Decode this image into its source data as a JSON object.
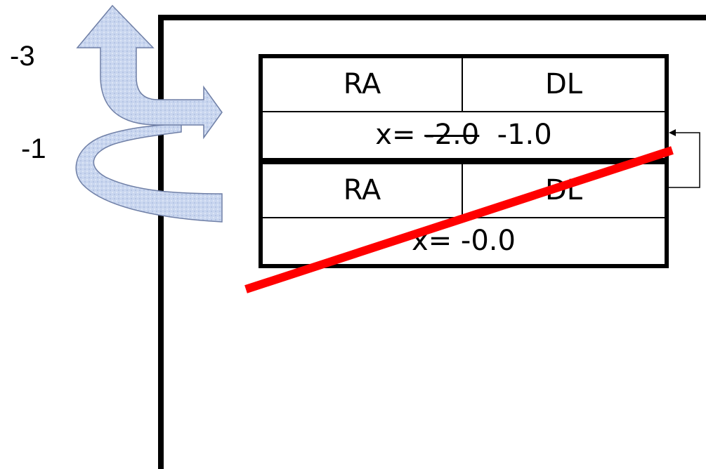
{
  "labels": {
    "top": "-3",
    "bottom": "-1"
  },
  "record_1": {
    "field_left": "RA",
    "field_right": "DL",
    "x_prefix": "x=",
    "x_old": "-2.0",
    "x_new": "-1.0"
  },
  "record_2": {
    "field_left": "RA",
    "field_right": "DL",
    "x_prefix": "x=",
    "x_value": "-0.0"
  },
  "colors": {
    "frame": "#000000",
    "cross_out": "#ff0000",
    "arrow_fill": "#c9d6ef",
    "arrow_stroke": "#6f7fa6"
  }
}
